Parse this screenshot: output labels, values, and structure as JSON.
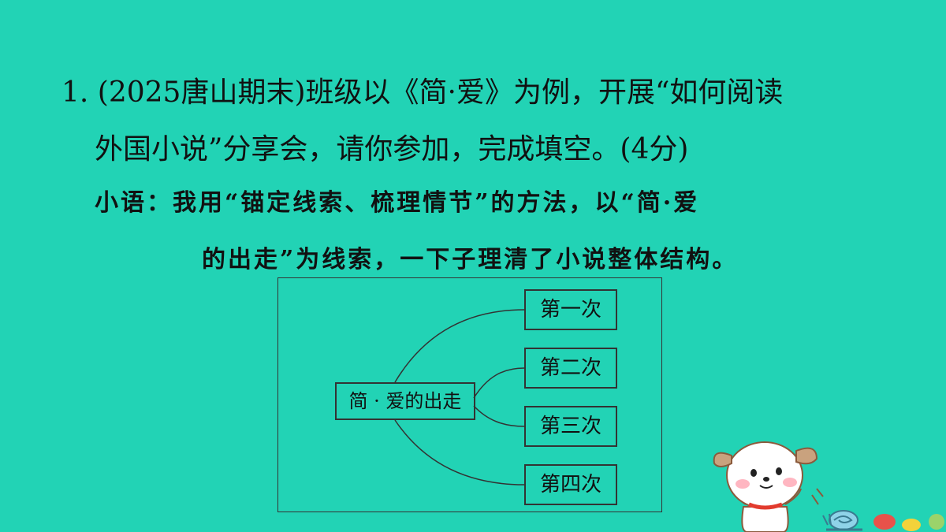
{
  "question": {
    "line1": "1. (2025唐山期末)班级以《简·爱》为例，开展“如何阅读",
    "line2": "外国小说”分享会，请你参加，完成填空。(4分)"
  },
  "speech": {
    "line1": "小语：我用“锚定线索、梳理情节”的方法，以“简·爱",
    "line2": "的出走”为线索，一下子理清了小说整体结构。"
  },
  "diagram": {
    "center": "简 · 爱的出走",
    "branches": [
      "第一次",
      "第二次",
      "第三次",
      "第四次"
    ]
  },
  "colors": {
    "background": "#22d3b5",
    "text": "#111111",
    "lines": "#333333"
  },
  "icons": [
    "cartoon-dog-icon",
    "snail-icon"
  ]
}
